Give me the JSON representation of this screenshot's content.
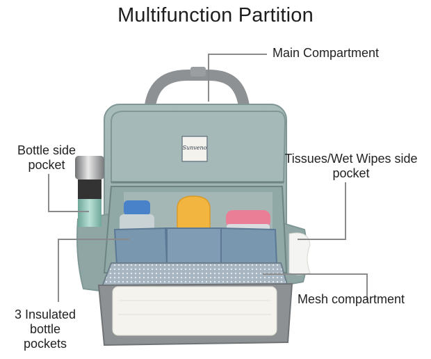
{
  "title": "Multifunction Partition",
  "brand_logo_text": "Sunveno",
  "callouts": {
    "main_compartment": "Main Compartment",
    "bottle_side_pocket": [
      "Bottle side",
      "pocket"
    ],
    "tissues_pocket": [
      "Tissues/Wet Wipes side",
      "pocket"
    ],
    "mesh_compartment": "Mesh compartment",
    "insulated_pockets": [
      "3 Insulated",
      "bottle",
      "pockets"
    ]
  },
  "colors": {
    "bag_teal": "#9fb5b3",
    "bag_teal_dark": "#7f9896",
    "bag_grey": "#8d9193",
    "leader_line": "#8a8a8a",
    "bottle_cap_orange": "#f2b640",
    "bottle_cap_pink": "#ea7e96",
    "bottle_cap_blue": "#4a82c9"
  }
}
